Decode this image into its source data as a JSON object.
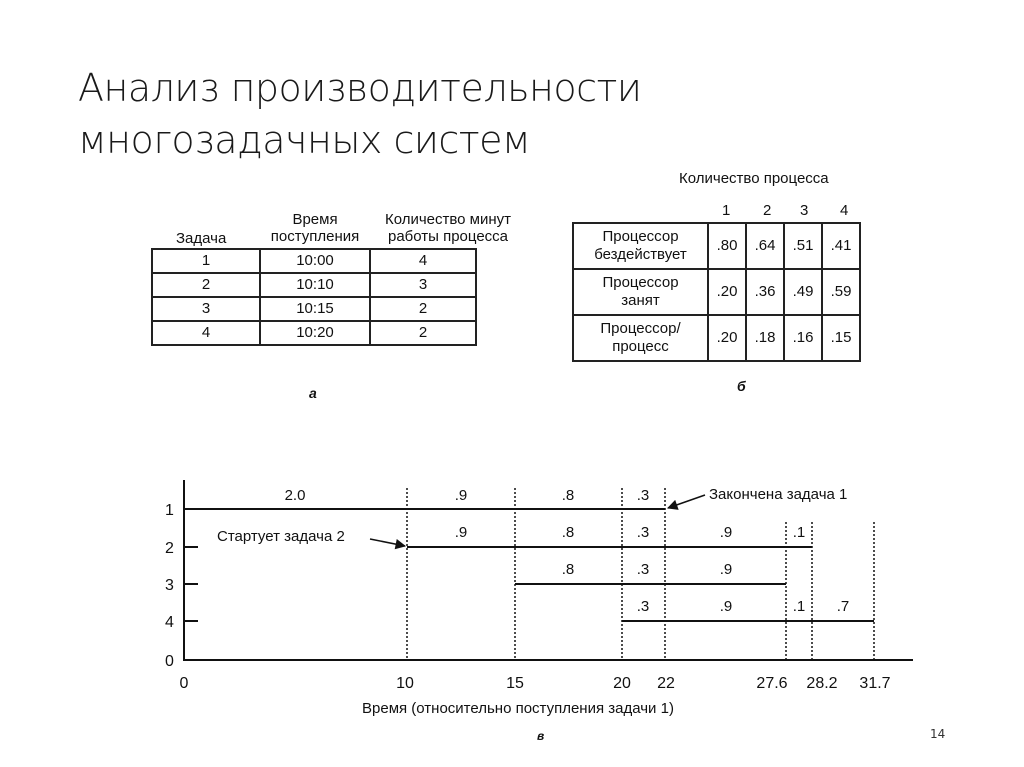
{
  "slide": {
    "title_line1": "Анализ производительности",
    "title_line2": "многозадачных систем",
    "page_number": "14"
  },
  "table_a": {
    "headers": {
      "task": "Задача",
      "arrival_1": "Время",
      "arrival_2": "поступления",
      "minutes_1": "Количество минут",
      "minutes_2": "работы процесса"
    },
    "rows": [
      {
        "task": "1",
        "arrival": "10:00",
        "minutes": "4"
      },
      {
        "task": "2",
        "arrival": "10:10",
        "minutes": "3"
      },
      {
        "task": "3",
        "arrival": "10:15",
        "minutes": "2"
      },
      {
        "task": "4",
        "arrival": "10:20",
        "minutes": "2"
      }
    ],
    "caption": "а"
  },
  "table_b": {
    "header": "Количество процесса",
    "columns": [
      "1",
      "2",
      "3",
      "4"
    ],
    "rows": [
      {
        "label_1": "Процессор",
        "label_2": "бездействует",
        "values": [
          ".80",
          ".64",
          ".51",
          ".41"
        ]
      },
      {
        "label_1": "Процессор",
        "label_2": "занят",
        "values": [
          ".20",
          ".36",
          ".49",
          ".59"
        ]
      },
      {
        "label_1": "Процессор/",
        "label_2": "процесс",
        "values": [
          ".20",
          ".18",
          ".16",
          ".15"
        ]
      }
    ],
    "caption": "б"
  },
  "chart_data": {
    "type": "gantt-timeline",
    "title": "",
    "xlabel": "Время (относительно поступления задачи 1)",
    "ylabel": "",
    "x_ticks": [
      "0",
      "10",
      "15",
      "20",
      "22",
      "27.6",
      "28.2",
      "31.7"
    ],
    "x_tick_values": [
      0,
      10,
      15,
      20,
      22,
      27.6,
      28.2,
      31.7
    ],
    "y_ticks": [
      "1",
      "2",
      "3",
      "4",
      "0"
    ],
    "xlim": [
      0,
      33
    ],
    "series": [
      {
        "name": "1",
        "start": 0,
        "end": 22,
        "segments": [
          {
            "from": 0,
            "to": 10,
            "label": "2.0"
          },
          {
            "from": 10,
            "to": 15,
            "label": ".9"
          },
          {
            "from": 15,
            "to": 20,
            "label": ".8"
          },
          {
            "from": 20,
            "to": 22,
            "label": ".3"
          }
        ]
      },
      {
        "name": "2",
        "start": 10,
        "end": 28.2,
        "segments": [
          {
            "from": 10,
            "to": 15,
            "label": ".9"
          },
          {
            "from": 15,
            "to": 20,
            "label": ".8"
          },
          {
            "from": 20,
            "to": 22,
            "label": ".3"
          },
          {
            "from": 22,
            "to": 27.6,
            "label": ".9"
          },
          {
            "from": 27.6,
            "to": 28.2,
            "label": ".1"
          }
        ]
      },
      {
        "name": "3",
        "start": 15,
        "end": 27.6,
        "segments": [
          {
            "from": 15,
            "to": 20,
            "label": ".8"
          },
          {
            "from": 20,
            "to": 22,
            "label": ".3"
          },
          {
            "from": 22,
            "to": 27.6,
            "label": ".9"
          }
        ]
      },
      {
        "name": "4",
        "start": 20,
        "end": 31.7,
        "segments": [
          {
            "from": 20,
            "to": 22,
            "label": ".3"
          },
          {
            "from": 22,
            "to": 27.6,
            "label": ".9"
          },
          {
            "from": 27.6,
            "to": 28.2,
            "label": ".1"
          },
          {
            "from": 28.2,
            "to": 31.7,
            "label": ".7"
          }
        ]
      }
    ],
    "annotations": [
      {
        "text": "Стартует задача 2",
        "x": 10,
        "row": 2
      },
      {
        "text": "Закончена задача 1",
        "x": 22,
        "row": 1
      }
    ],
    "caption": "в"
  }
}
